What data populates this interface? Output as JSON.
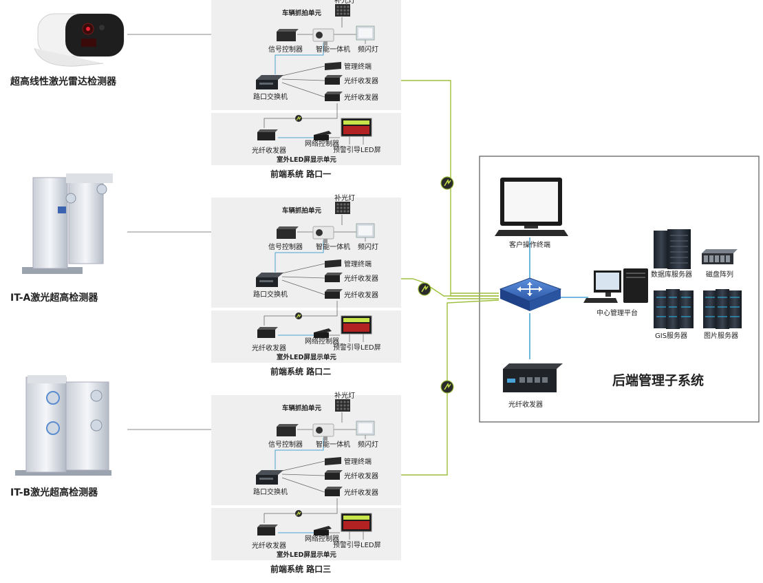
{
  "detectors": [
    {
      "label": "超高线性激光雷达检测器"
    },
    {
      "label": "IT-A激光超高检测器"
    },
    {
      "label": "IT-B激光超高检测器"
    }
  ],
  "front_systems": [
    {
      "title": "前端系统  路口一",
      "capture_unit": "车辆抓拍单元",
      "led_unit": "室外LED屏显示单元",
      "devices": {
        "fill_light": "补光灯",
        "signal_controller": "信号控制器",
        "smart_camera": "智能一体机",
        "strobe_light": "频闪灯",
        "management_terminal": "管理终端",
        "fiber_transceiver_a": "光纤收发器",
        "fiber_transceiver_b": "光纤收发器",
        "intersection_switch": "路口交换机",
        "led_fiber_transceiver": "光纤收发器",
        "network_controller": "网络控制器",
        "led_screen": "预警引导LED屏"
      }
    },
    {
      "title": "前端系统  路口二",
      "capture_unit": "车辆抓拍单元",
      "led_unit": "室外LED屏显示单元",
      "devices": {
        "fill_light": "补光灯",
        "signal_controller": "信号控制器",
        "smart_camera": "智能一体机",
        "strobe_light": "频闪灯",
        "management_terminal": "管理终端",
        "fiber_transceiver_a": "光纤收发器",
        "fiber_transceiver_b": "光纤收发器",
        "intersection_switch": "路口交换机",
        "led_fiber_transceiver": "光纤收发器",
        "network_controller": "网络控制器",
        "led_screen": "预警引导LED屏"
      }
    },
    {
      "title": "前端系统  路口三",
      "capture_unit": "车辆抓拍单元",
      "led_unit": "室外LED屏显示单元",
      "devices": {
        "fill_light": "补光灯",
        "signal_controller": "信号控制器",
        "smart_camera": "智能一体机",
        "strobe_light": "频闪灯",
        "management_terminal": "管理终端",
        "fiber_transceiver_a": "光纤收发器",
        "fiber_transceiver_b": "光纤收发器",
        "intersection_switch": "路口交换机",
        "led_fiber_transceiver": "光纤收发器",
        "network_controller": "网络控制器",
        "led_screen": "预警引导LED屏"
      }
    }
  ],
  "backend": {
    "title": "后端管理子系统",
    "client_terminal": "客户操作终端",
    "central_platform": "中心管理平台",
    "database_server": "数据库服务器",
    "disk_array": "磁盘阵列",
    "gis_server": "GIS服务器",
    "image_server": "图片服务器",
    "fiber_transceiver": "光纤收发器"
  },
  "colors": {
    "fiber_link": "#9cbf3a",
    "network_link": "#4aa3d6",
    "panel_bg": "#efefef",
    "switch_blue": "#2f5fb0",
    "backend_border": "#555555"
  }
}
